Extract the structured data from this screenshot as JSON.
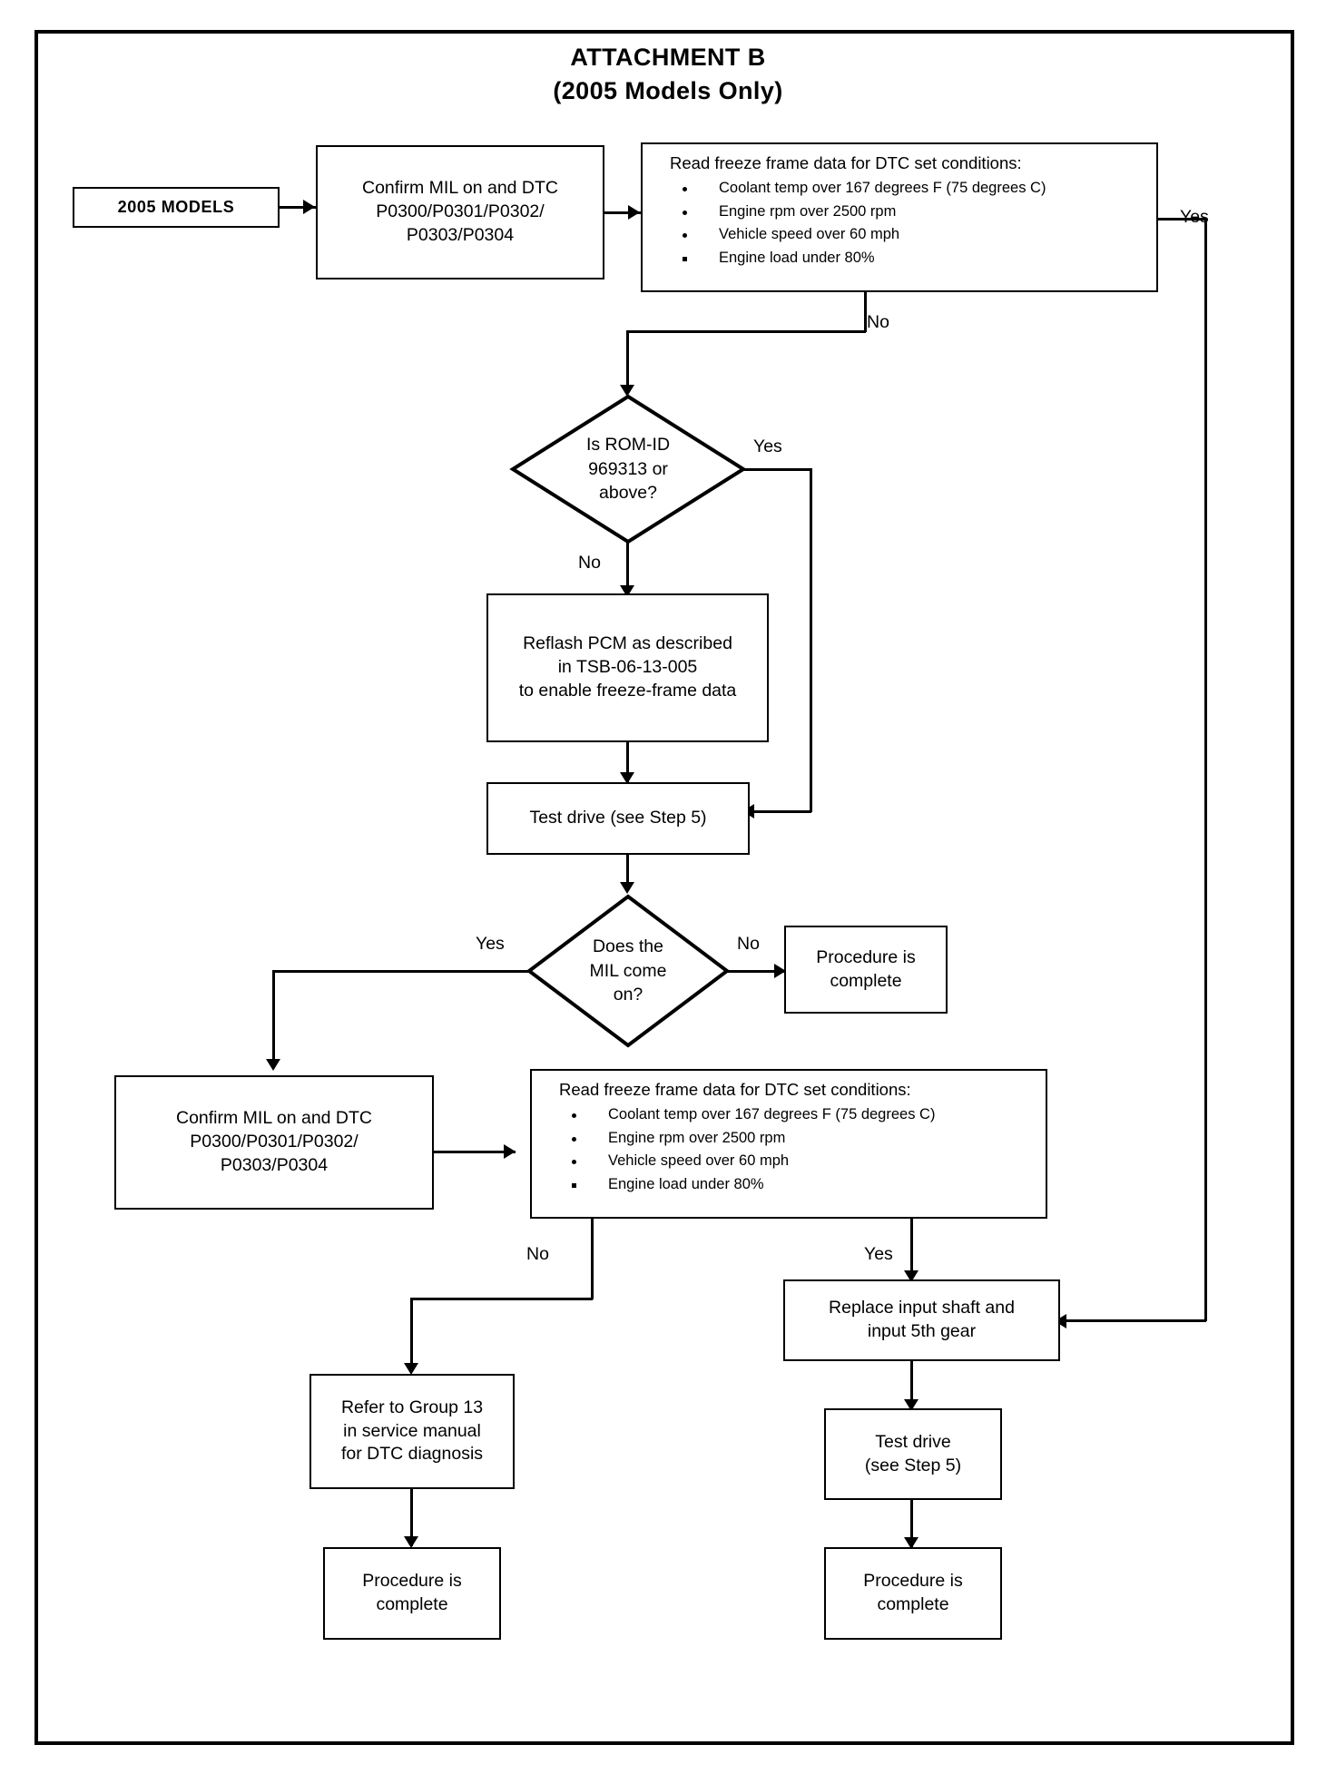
{
  "title": {
    "line1": "ATTACHMENT B",
    "line2": "(2005 Models Only)"
  },
  "nodes": {
    "start": {
      "label": "2005 MODELS"
    },
    "confirm_mil_1": {
      "label": "Confirm MIL on and DTC\nP0300/P0301/P0302/\nP0303/P0304"
    },
    "freeze_frame_1": {
      "heading": "Read freeze frame data for DTC set conditions:",
      "bullets": [
        "Coolant temp over 167 degrees F (75 degrees C)",
        "Engine rpm over 2500 rpm",
        "Vehicle speed over 60 mph",
        "Engine load under 80%"
      ]
    },
    "rom_id_decision": {
      "label": "Is ROM-ID\n969313 or\nabove?"
    },
    "reflash_pcm": {
      "label": "Reflash PCM as described\nin TSB-06-13-005\nto enable freeze-frame data"
    },
    "test_drive_1": {
      "label": "Test drive (see Step 5)"
    },
    "mil_decision": {
      "label": "Does the\nMIL come\non?"
    },
    "procedure_complete_1": {
      "label": "Procedure is\ncomplete"
    },
    "confirm_mil_2": {
      "label": "Confirm MIL on and DTC\nP0300/P0301/P0302/\nP0303/P0304"
    },
    "freeze_frame_2": {
      "heading": "Read freeze frame data for DTC set conditions:",
      "bullets": [
        "Coolant temp over 167 degrees F (75 degrees C)",
        "Engine rpm over 2500 rpm",
        "Vehicle speed over 60 mph",
        "Engine load under 80%"
      ]
    },
    "refer_group13": {
      "label": "Refer to Group 13\nin service manual\nfor DTC diagnosis"
    },
    "replace_input_shaft": {
      "label": "Replace input shaft and\ninput 5th gear"
    },
    "test_drive_2": {
      "label": "Test drive\n(see Step 5)"
    },
    "procedure_complete_2": {
      "label": "Procedure is\ncomplete"
    },
    "procedure_complete_3": {
      "label": "Procedure is\ncomplete"
    }
  },
  "edge_labels": {
    "ff1_yes": "Yes",
    "ff1_no": "No",
    "rom_yes": "Yes",
    "rom_no": "No",
    "mil_yes": "Yes",
    "mil_no": "No",
    "ff2_no": "No",
    "ff2_yes": "Yes"
  },
  "colors": {
    "line": "#000000",
    "background": "#ffffff"
  }
}
